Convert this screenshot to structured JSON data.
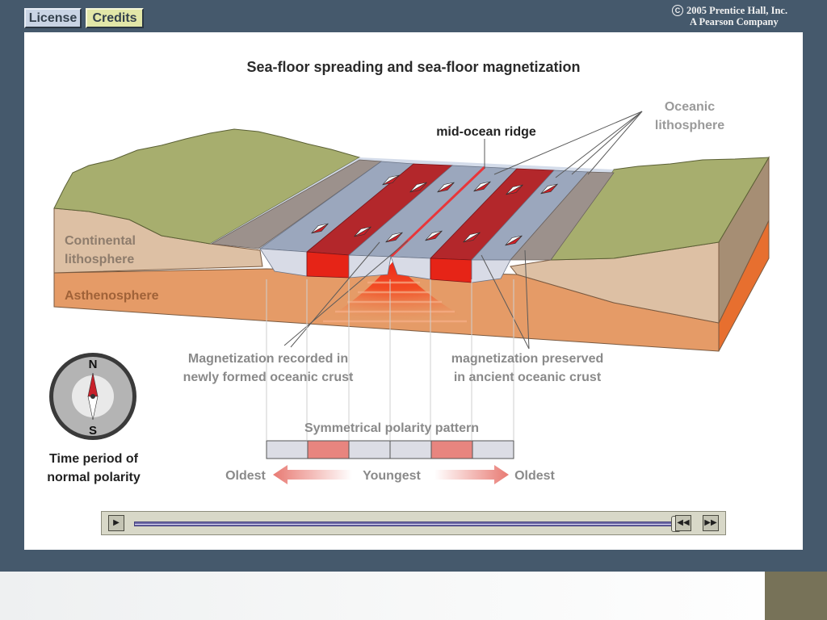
{
  "toolbar": {
    "license_label": "License",
    "credits_label": "Credits",
    "copyright_line1": "2005 Prentice Hall, Inc.",
    "copyright_line2": "A Pearson Company",
    "copyright_symbol": "C"
  },
  "diagram": {
    "title": "Sea-floor spreading and sea-floor magnetization",
    "labels": {
      "ridge": "mid-ocean ridge",
      "oceanic_1": "Oceanic",
      "oceanic_2": "lithosphere",
      "continental_1": "Continental",
      "continental_2": "lithosphere",
      "asthenosphere": "Asthenosphere",
      "mag_new_1": "Magnetization recorded in",
      "mag_new_2": "newly formed oceanic crust",
      "mag_old_1": "magnetization preserved",
      "mag_old_2": "in ancient oceanic crust"
    },
    "compass": {
      "north": "N",
      "south": "S",
      "caption_1": "Time period of",
      "caption_2": "normal polarity"
    },
    "polarity": {
      "title": "Symmetrical polarity pattern",
      "oldest_left": "Oldest",
      "youngest": "Youngest",
      "oldest_right": "Oldest",
      "stripes": [
        "reversed",
        "normal",
        "reversed",
        "reversed",
        "normal",
        "reversed"
      ]
    },
    "colors": {
      "normal": "#b3272b",
      "reversed": "#9ba7bd",
      "land": "#a7ae6e",
      "crust": "#ddc0a4",
      "asthenosphere": "#e59b67",
      "magma": "#ee2a1a"
    }
  },
  "player": {
    "play_icon": "play-icon",
    "rewind_icon": "rewind-icon",
    "forward_icon": "fast-forward-icon",
    "progress": 0.99
  }
}
